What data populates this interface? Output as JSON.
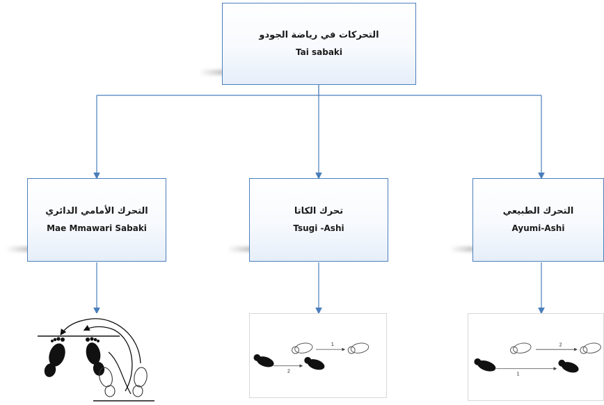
{
  "root": {
    "arabic": "التحركات في رياضة الجودو",
    "latin": "Tai sabaki"
  },
  "branches": [
    {
      "arabic": "التحرك الأمامي الدائري",
      "latin": "Mae Mmawari Sabaki"
    },
    {
      "arabic": "تحرك الكاتا",
      "latin": "Tsugi -Ashi"
    },
    {
      "arabic": "التحرك الطبيعي",
      "latin": "Ayumi-Ashi"
    }
  ],
  "illustrations": [
    {
      "name": "circular-forward-step-illustration",
      "step_labels": []
    },
    {
      "name": "tsugi-ashi-step-illustration",
      "step_labels": [
        "1",
        "2"
      ]
    },
    {
      "name": "ayumi-ashi-step-illustration",
      "step_labels": [
        "2",
        "1"
      ]
    }
  ],
  "colors": {
    "box_border": "#4a7ebb",
    "connector": "#4a7ebb",
    "footprint_filled": "#111111",
    "footprint_outline": "#555555"
  }
}
